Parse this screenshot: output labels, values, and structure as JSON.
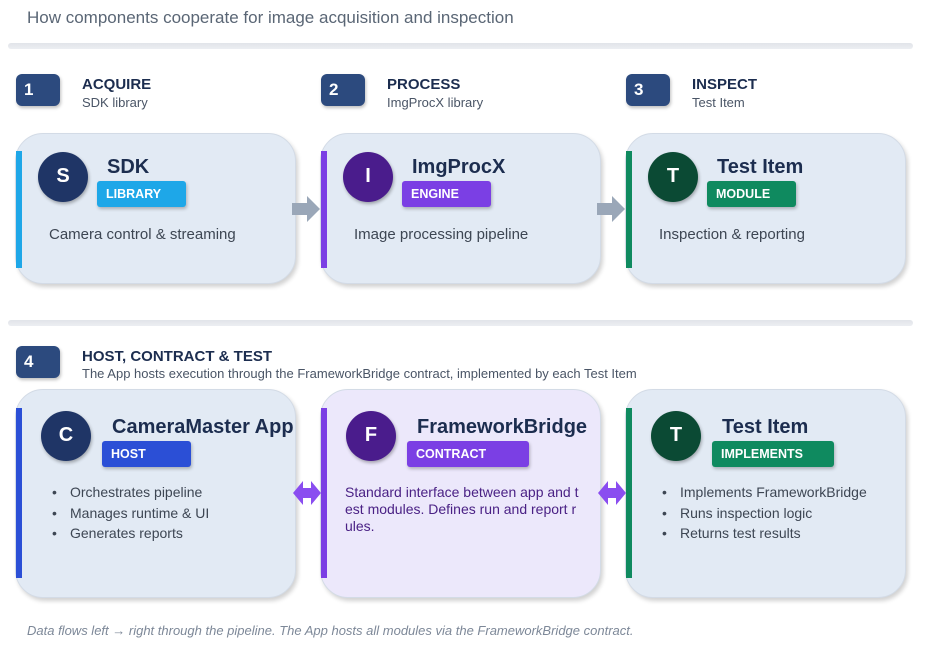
{
  "title": "How components cooperate for image acquisition and inspection",
  "steps": [
    {
      "num": "1",
      "title": "ACQUIRE",
      "sub": "SDK library"
    },
    {
      "num": "2",
      "title": "PROCESS",
      "sub": "ImgProcX library"
    },
    {
      "num": "3",
      "title": "INSPECT",
      "sub": "Test Item"
    },
    {
      "num": "4",
      "title": "HOST, CONTRACT & TEST",
      "sub": "The App hosts execution through the FrameworkBridge contract, implemented by each Test Item"
    }
  ],
  "pipeline": [
    {
      "letter": "S",
      "name": "SDK",
      "badge": "LIBRARY",
      "desc": "Camera control & streaming",
      "accent": "#1ea7e8",
      "circle": "#1f3566"
    },
    {
      "letter": "I",
      "name": "ImgProcX",
      "badge": "ENGINE",
      "desc": "Image processing pipeline",
      "accent": "#7b3fe4",
      "circle": "#4a1c8c"
    },
    {
      "letter": "T",
      "name": "Test Item",
      "badge": "MODULE",
      "desc": "Inspection & reporting",
      "accent": "#0f8a5f",
      "circle": "#0b4a34"
    }
  ],
  "host": {
    "app": {
      "letter": "C",
      "name": "CameraMaster App",
      "badge": "HOST",
      "accent": "#2b4fd6",
      "circle": "#1f3566",
      "bullets": [
        "Orchestrates pipeline",
        "Manages runtime & UI",
        "Generates reports"
      ]
    },
    "bridge": {
      "letter": "F",
      "name": "FrameworkBridge",
      "badge": "CONTRACT",
      "accent": "#7b3fe4",
      "circle": "#4a1c8c",
      "desc": "Standard interface between app and test modules. Defines run and report rules."
    },
    "test": {
      "letter": "T",
      "name": "Test Item",
      "badge": "IMPLEMENTS",
      "accent": "#0f8a5f",
      "circle": "#0b4a34",
      "bullets": [
        "Implements FrameworkBridge",
        "Runs inspection logic",
        "Returns test results"
      ]
    }
  },
  "footer": "Data flows left → right through the pipeline. The App hosts all modules via the FrameworkBridge contract.",
  "colors": {
    "arrow_gray": "#9aa7b8",
    "arrow_purple": "#8a4df0"
  }
}
